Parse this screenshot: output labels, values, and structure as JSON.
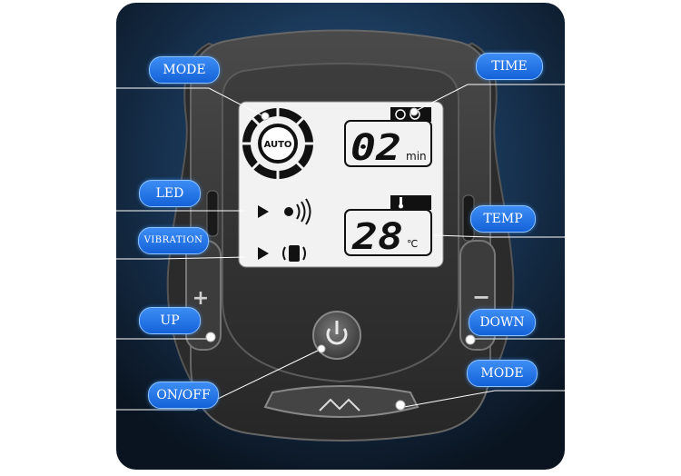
{
  "lcd": {
    "mode_badge": "AUTO",
    "time_value": "02",
    "time_unit": "min",
    "temp_value": "28",
    "temp_unit": "℃"
  },
  "buttons": {
    "plus_symbol": "+",
    "minus_symbol": "−"
  },
  "callouts": {
    "mode_top": "MODE",
    "time": "TIME",
    "led": "LED",
    "temp": "TEMP",
    "vibration": "VIBRATION",
    "up": "UP",
    "down": "DOWN",
    "mode_bottom": "MODE",
    "on_off": "ON/OFF"
  },
  "colors": {
    "label_blue": "#1f6fe5",
    "lcd_background": "#f2f2f2",
    "device_body": "#3a3a3a",
    "frame_dark": "#0e1a26"
  }
}
